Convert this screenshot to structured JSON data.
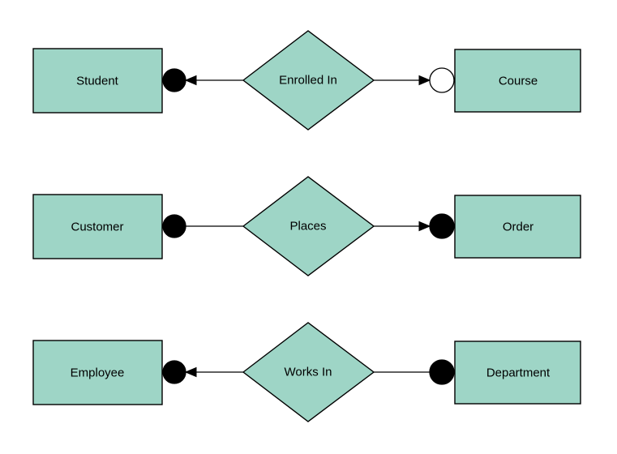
{
  "diagram": {
    "type": "entity-relationship-diagram",
    "background_color": "#ffffff",
    "shape_fill_color": "#9ed5c6",
    "stroke_color": "#000000",
    "text_color": "#000000",
    "rows": [
      {
        "left_entity": "Student",
        "relationship": "Enrolled In",
        "right_entity": "Course",
        "left_connector_shape": "filled-circle",
        "right_connector_shape": "open-circle",
        "left_connector_fill": "#000000",
        "right_connector_fill": "#ffffff",
        "left_arrowhead": "visible",
        "right_arrowhead": "visible",
        "left_arrow_direction": "toward-left-entity",
        "right_arrow_direction": "toward-right-entity"
      },
      {
        "left_entity": "Customer",
        "relationship": "Places",
        "right_entity": "Order",
        "left_connector_shape": "filled-circle",
        "right_connector_shape": "filled-circle",
        "left_connector_fill": "#000000",
        "right_connector_fill": "#000000",
        "left_arrowhead": "hidden",
        "right_arrowhead": "visible",
        "left_arrow_direction": "none",
        "right_arrow_direction": "toward-right-entity"
      },
      {
        "left_entity": "Employee",
        "relationship": "Works In",
        "right_entity": "Department",
        "left_connector_shape": "filled-circle",
        "right_connector_shape": "filled-circle",
        "left_connector_fill": "#000000",
        "right_connector_fill": "#000000",
        "left_arrowhead": "visible",
        "right_arrowhead": "hidden",
        "left_arrow_direction": "toward-left-entity",
        "right_arrow_direction": "none"
      }
    ]
  }
}
